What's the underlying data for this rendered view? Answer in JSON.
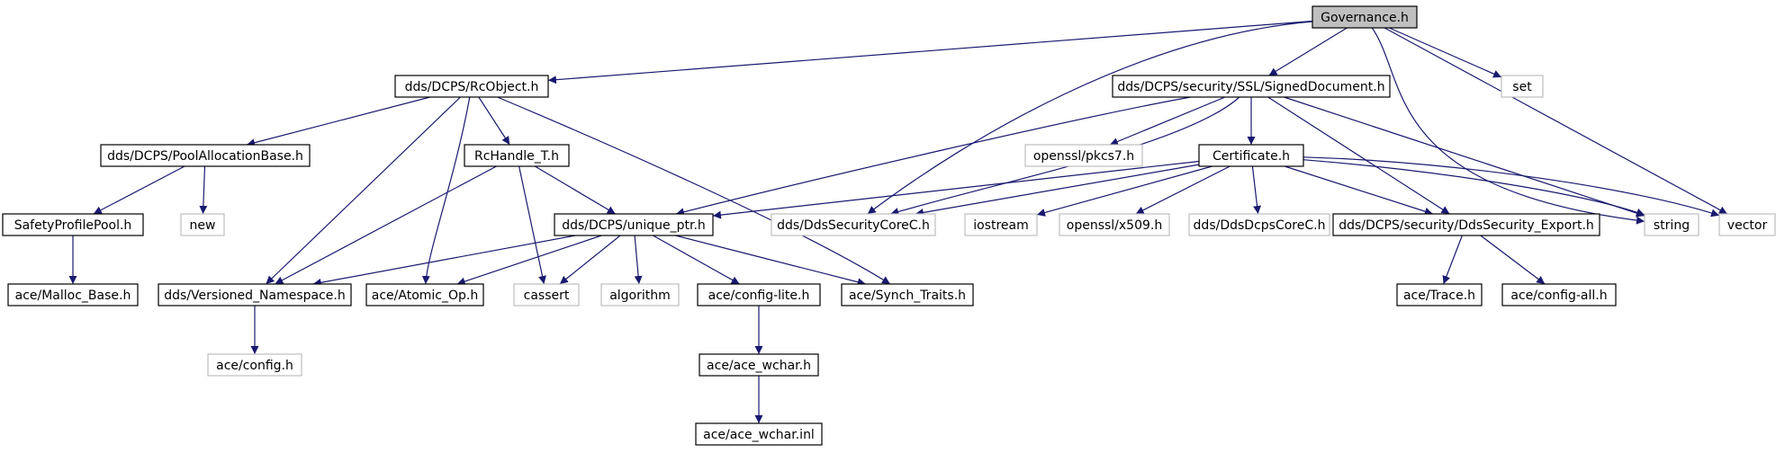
{
  "graph": {
    "colors": {
      "edge": "#191970",
      "root_fill": "#bfbfbf",
      "node_border": "#000000",
      "missing_border": "#bfbfbf"
    },
    "nodes": [
      {
        "id": "governance",
        "label": "Governance.h",
        "style": "root"
      },
      {
        "id": "rcobject",
        "label": "dds/DCPS/RcObject.h",
        "style": "normal"
      },
      {
        "id": "signeddoc",
        "label": "dds/DCPS/security/SSL/SignedDocument.h",
        "style": "normal"
      },
      {
        "id": "set",
        "label": "set",
        "style": "missing"
      },
      {
        "id": "poolalloc",
        "label": "dds/DCPS/PoolAllocationBase.h",
        "style": "normal"
      },
      {
        "id": "rchandle",
        "label": "RcHandle_T.h",
        "style": "normal"
      },
      {
        "id": "pkcs7",
        "label": "openssl/pkcs7.h",
        "style": "missing"
      },
      {
        "id": "certificate",
        "label": "Certificate.h",
        "style": "normal"
      },
      {
        "id": "safetypool",
        "label": "SafetyProfilePool.h",
        "style": "normal"
      },
      {
        "id": "new",
        "label": "new",
        "style": "missing"
      },
      {
        "id": "uniqueptr",
        "label": "dds/DCPS/unique_ptr.h",
        "style": "normal"
      },
      {
        "id": "ddssecuritycore",
        "label": "dds/DdsSecurityCoreC.h",
        "style": "missing"
      },
      {
        "id": "iostream",
        "label": "iostream",
        "style": "missing"
      },
      {
        "id": "x509",
        "label": "openssl/x509.h",
        "style": "missing"
      },
      {
        "id": "ddsdcpscore",
        "label": "dds/DdsDcpsCoreC.h",
        "style": "missing"
      },
      {
        "id": "secexport",
        "label": "dds/DCPS/security/DdsSecurity_Export.h",
        "style": "normal"
      },
      {
        "id": "string",
        "label": "string",
        "style": "missing"
      },
      {
        "id": "vector",
        "label": "vector",
        "style": "missing"
      },
      {
        "id": "mallocbase",
        "label": "ace/Malloc_Base.h",
        "style": "normal"
      },
      {
        "id": "versionedns",
        "label": "dds/Versioned_Namespace.h",
        "style": "normal"
      },
      {
        "id": "atomicop",
        "label": "ace/Atomic_Op.h",
        "style": "normal"
      },
      {
        "id": "cassert",
        "label": "cassert",
        "style": "missing"
      },
      {
        "id": "algorithm",
        "label": "algorithm",
        "style": "missing"
      },
      {
        "id": "configlite",
        "label": "ace/config-lite.h",
        "style": "normal"
      },
      {
        "id": "synchtraits",
        "label": "ace/Synch_Traits.h",
        "style": "normal"
      },
      {
        "id": "acetrace",
        "label": "ace/Trace.h",
        "style": "normal"
      },
      {
        "id": "configall",
        "label": "ace/config-all.h",
        "style": "normal"
      },
      {
        "id": "aceconfig",
        "label": "ace/config.h",
        "style": "missing"
      },
      {
        "id": "acewchar",
        "label": "ace/ace_wchar.h",
        "style": "normal"
      },
      {
        "id": "acewcharinl",
        "label": "ace/ace_wchar.inl",
        "style": "normal"
      }
    ],
    "edges": [
      {
        "from": "governance",
        "to": "rcobject"
      },
      {
        "from": "governance",
        "to": "signeddoc"
      },
      {
        "from": "governance",
        "to": "set"
      },
      {
        "from": "governance",
        "to": "ddssecuritycore"
      },
      {
        "from": "governance",
        "to": "string"
      },
      {
        "from": "governance",
        "to": "vector"
      },
      {
        "from": "rcobject",
        "to": "poolalloc"
      },
      {
        "from": "rcobject",
        "to": "rchandle"
      },
      {
        "from": "rcobject",
        "to": "versionedns"
      },
      {
        "from": "rcobject",
        "to": "atomicop"
      },
      {
        "from": "rcobject",
        "to": "synchtraits"
      },
      {
        "from": "signeddoc",
        "to": "pkcs7"
      },
      {
        "from": "signeddoc",
        "to": "certificate"
      },
      {
        "from": "signeddoc",
        "to": "uniqueptr"
      },
      {
        "from": "signeddoc",
        "to": "ddssecuritycore"
      },
      {
        "from": "signeddoc",
        "to": "secexport"
      },
      {
        "from": "signeddoc",
        "to": "string"
      },
      {
        "from": "poolalloc",
        "to": "safetypool"
      },
      {
        "from": "poolalloc",
        "to": "new"
      },
      {
        "from": "safetypool",
        "to": "mallocbase"
      },
      {
        "from": "rchandle",
        "to": "uniqueptr"
      },
      {
        "from": "rchandle",
        "to": "versionedns"
      },
      {
        "from": "rchandle",
        "to": "cassert"
      },
      {
        "from": "certificate",
        "to": "uniqueptr"
      },
      {
        "from": "certificate",
        "to": "ddssecuritycore"
      },
      {
        "from": "certificate",
        "to": "iostream"
      },
      {
        "from": "certificate",
        "to": "x509"
      },
      {
        "from": "certificate",
        "to": "ddsdcpscore"
      },
      {
        "from": "certificate",
        "to": "secexport"
      },
      {
        "from": "certificate",
        "to": "string"
      },
      {
        "from": "certificate",
        "to": "vector"
      },
      {
        "from": "uniqueptr",
        "to": "versionedns"
      },
      {
        "from": "uniqueptr",
        "to": "atomicop"
      },
      {
        "from": "uniqueptr",
        "to": "cassert"
      },
      {
        "from": "uniqueptr",
        "to": "algorithm"
      },
      {
        "from": "uniqueptr",
        "to": "configlite"
      },
      {
        "from": "uniqueptr",
        "to": "synchtraits"
      },
      {
        "from": "secexport",
        "to": "acetrace"
      },
      {
        "from": "secexport",
        "to": "configall"
      },
      {
        "from": "versionedns",
        "to": "aceconfig"
      },
      {
        "from": "configlite",
        "to": "acewchar"
      },
      {
        "from": "acewchar",
        "to": "acewcharinl"
      }
    ]
  }
}
